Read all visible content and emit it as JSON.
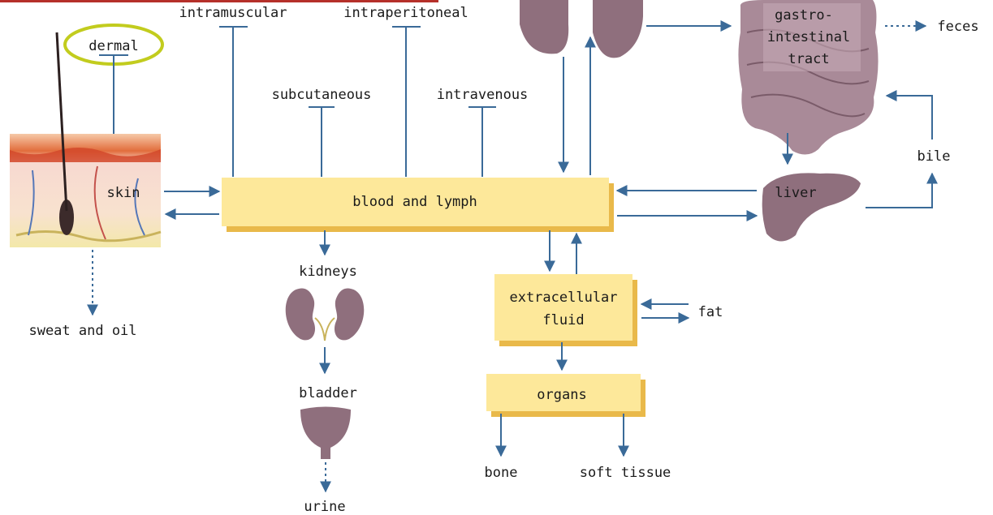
{
  "routes": {
    "dermal": "dermal",
    "intramuscular": "intramuscular",
    "intraperitoneal": "intraperitoneal",
    "subcutaneous": "subcutaneous",
    "intravenous": "intravenous"
  },
  "nodes": {
    "skin": "skin",
    "blood": "blood and lymph",
    "ecf_line1": "extracellular",
    "ecf_line2": "fluid",
    "organs": "organs",
    "gi_line1": "gastro-",
    "gi_line2": "intestinal",
    "gi_line3": "tract",
    "liver": "liver",
    "kidneys": "kidneys",
    "bladder": "bladder"
  },
  "outputs": {
    "sweat": "sweat and oil",
    "urine": "urine",
    "feces": "feces",
    "bile": "bile",
    "fat": "fat",
    "bone": "bone",
    "soft_tissue": "soft tissue"
  },
  "colors": {
    "box_fill": "#fde89a",
    "box_shadow": "#e9b94a",
    "arrow": "#3a6a98",
    "highlight_ellipse": "#c2cc1e",
    "corner_bar": "#b5302a",
    "organ": "#8f6f7d"
  }
}
